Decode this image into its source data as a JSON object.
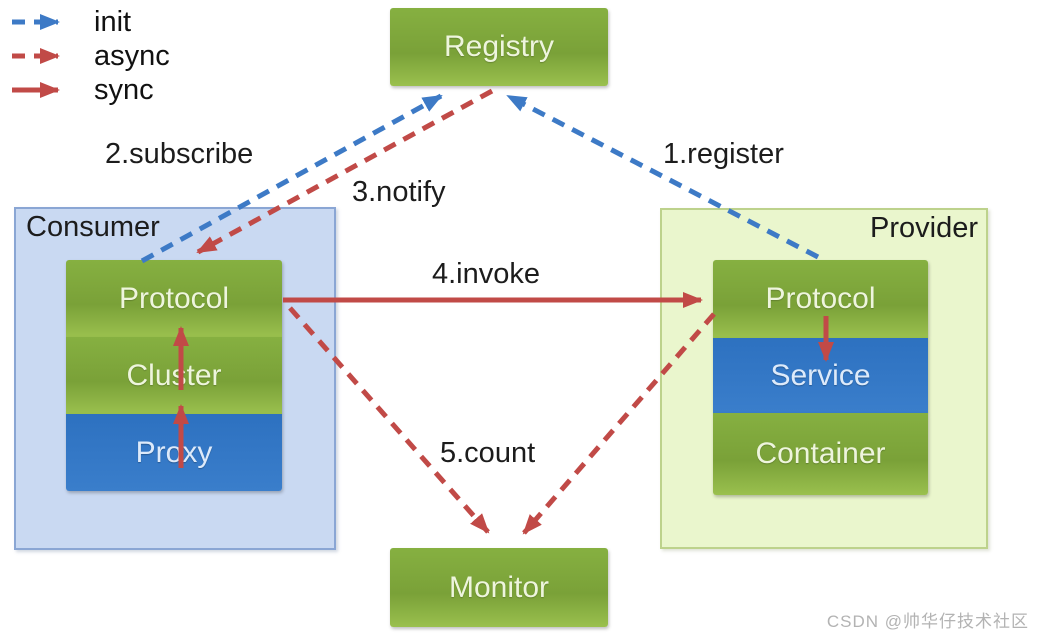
{
  "legend": {
    "items": [
      {
        "label": "init",
        "line": "dashed",
        "color": "#3d7ac6"
      },
      {
        "label": "async",
        "line": "dashed",
        "color": "#c14a47"
      },
      {
        "label": "sync",
        "line": "solid",
        "color": "#c14a47"
      }
    ]
  },
  "nodes": {
    "registry": {
      "label": "Registry"
    },
    "monitor": {
      "label": "Monitor"
    },
    "consumer": {
      "title": "Consumer",
      "stack": [
        {
          "label": "Protocol"
        },
        {
          "label": "Cluster"
        },
        {
          "label": "Proxy"
        }
      ]
    },
    "provider": {
      "title": "Provider",
      "stack": [
        {
          "label": "Protocol"
        },
        {
          "label": "Service"
        },
        {
          "label": "Container"
        }
      ]
    }
  },
  "edge_labels": {
    "register": "1.register",
    "subscribe": "2.subscribe",
    "notify": "3.notify",
    "invoke": "4.invoke",
    "count": "5.count"
  },
  "colors": {
    "node_green": "#85af3e",
    "node_blue": "#3174c3",
    "consumer_bg": "#c9d9f2",
    "consumer_border": "#8aa6d4",
    "provider_bg": "#eaf6cd",
    "provider_border": "#bdd28c",
    "arrow_red": "#c14a47",
    "arrow_blue": "#3d7ac6",
    "label_text": "#1c1c1c"
  },
  "watermark": "CSDN @帅华仔技术社区"
}
